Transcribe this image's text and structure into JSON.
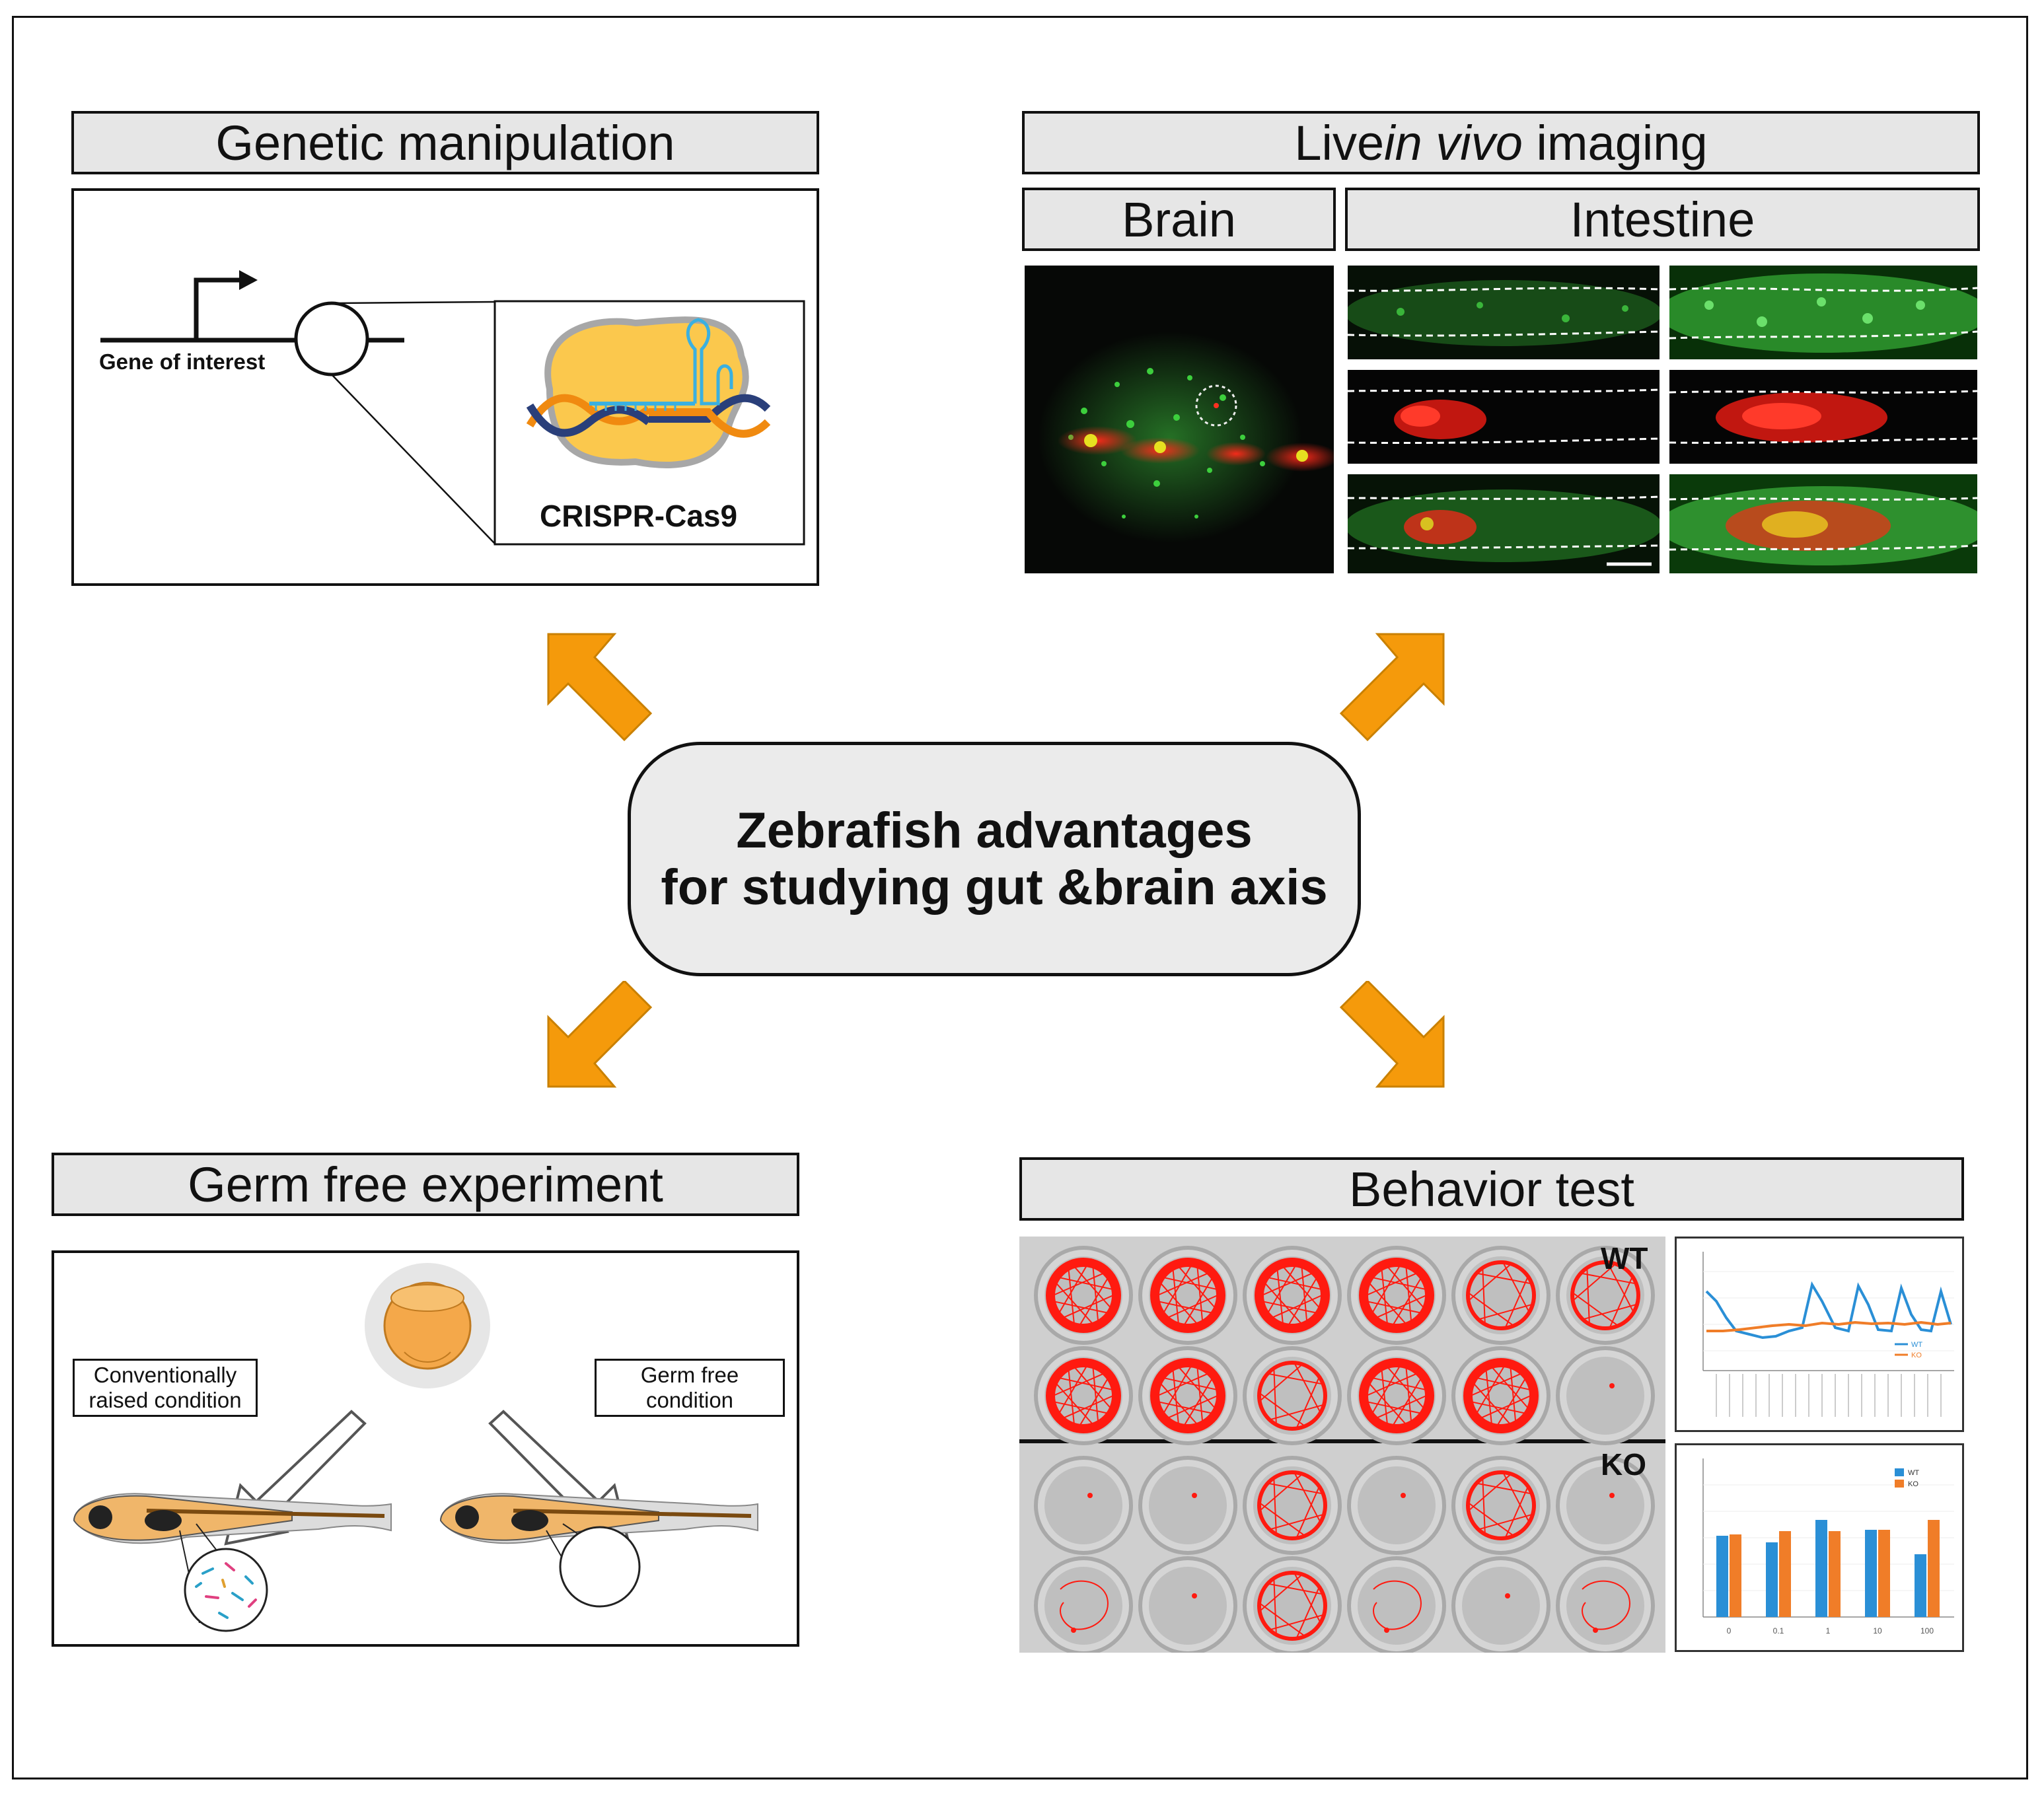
{
  "center": {
    "line1": "Zebrafish advantages",
    "line2": "for studying gut &brain axis"
  },
  "genetic": {
    "title": "Genetic manipulation",
    "gene_label": "Gene of interest",
    "crispr_label": "CRISPR-Cas9"
  },
  "imaging": {
    "title_pre": "Live ",
    "title_em": "in vivo",
    "title_post": " imaging",
    "brain": "Brain",
    "intestine": "Intestine"
  },
  "germfree": {
    "title": "Germ free experiment",
    "conv_line1": "Conventionally",
    "conv_line2": "raised condition",
    "gf_line1": "Germ free",
    "gf_line2": "condition"
  },
  "behavior": {
    "title": "Behavior test",
    "wt_label": "WT",
    "ko_label": "KO",
    "legend_wt": "WT",
    "legend_ko": "KO",
    "bar_categories": [
      "0",
      "0.1",
      "1",
      "10",
      "100"
    ]
  },
  "colors": {
    "arrow": "#f59a0b",
    "arrow_edge": "#c98000",
    "header_bg": "#e6e6e6",
    "center_bg": "#ebebeb",
    "wt_series": "#2a8fd6",
    "ko_series": "#f07d28",
    "track": "#ff1a10",
    "gfp": "#38c038",
    "rfp": "#ff2020"
  }
}
